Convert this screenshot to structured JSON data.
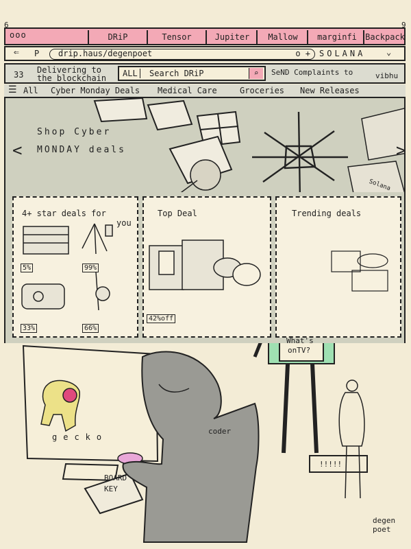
{
  "tabs": {
    "window_controls": "ooo",
    "items": [
      "DRiP",
      "Tensor",
      "Jupiter",
      "Mallow",
      "marginfi",
      "Backpack"
    ]
  },
  "address_bar": {
    "nav_letter": "P",
    "url": "drip.haus/degenpoet",
    "extension_glyphs": "o +",
    "network": "SOLANA"
  },
  "header": {
    "counter": "33",
    "delivering": "Delivering to",
    "location": "the blockchain",
    "search_category": "ALL",
    "search_placeholder": "Search DRiP",
    "complaints": "SeND Complaints to",
    "complaints_handle": "vibhu"
  },
  "nav": {
    "menu": "All",
    "items": [
      "Cyber Monday Deals",
      "Medical Care",
      "Groceries",
      "New Releases"
    ]
  },
  "hero": {
    "line1": "Shop Cyber",
    "line2": "MONDAY deals",
    "sign": "Solana"
  },
  "cards": {
    "card1": {
      "title_line1": "4+ star deals for",
      "title_line2": "you",
      "tags": [
        "5%",
        "99%",
        "33%",
        "66%"
      ]
    },
    "card2": {
      "title": "Top Deal",
      "tag": "42%off"
    },
    "card3": {
      "title": "Trending deals"
    }
  },
  "scene": {
    "monitor_label": "gecko",
    "hoodie_label": "coder",
    "keyboard_label_1": "BOARD",
    "keyboard_label_2": "KEY",
    "robot_screen_1": "What's",
    "robot_screen_2": "onTV?",
    "exclaim": "!!!!!",
    "signature": "degen poet"
  },
  "colors": {
    "tab_pink": "#f3a9b6",
    "robot_green": "#9fe0b2",
    "hoodie_gray": "#9a9a94",
    "paper": "#f3ecd6",
    "mouse_pink": "#e9a7d8"
  }
}
